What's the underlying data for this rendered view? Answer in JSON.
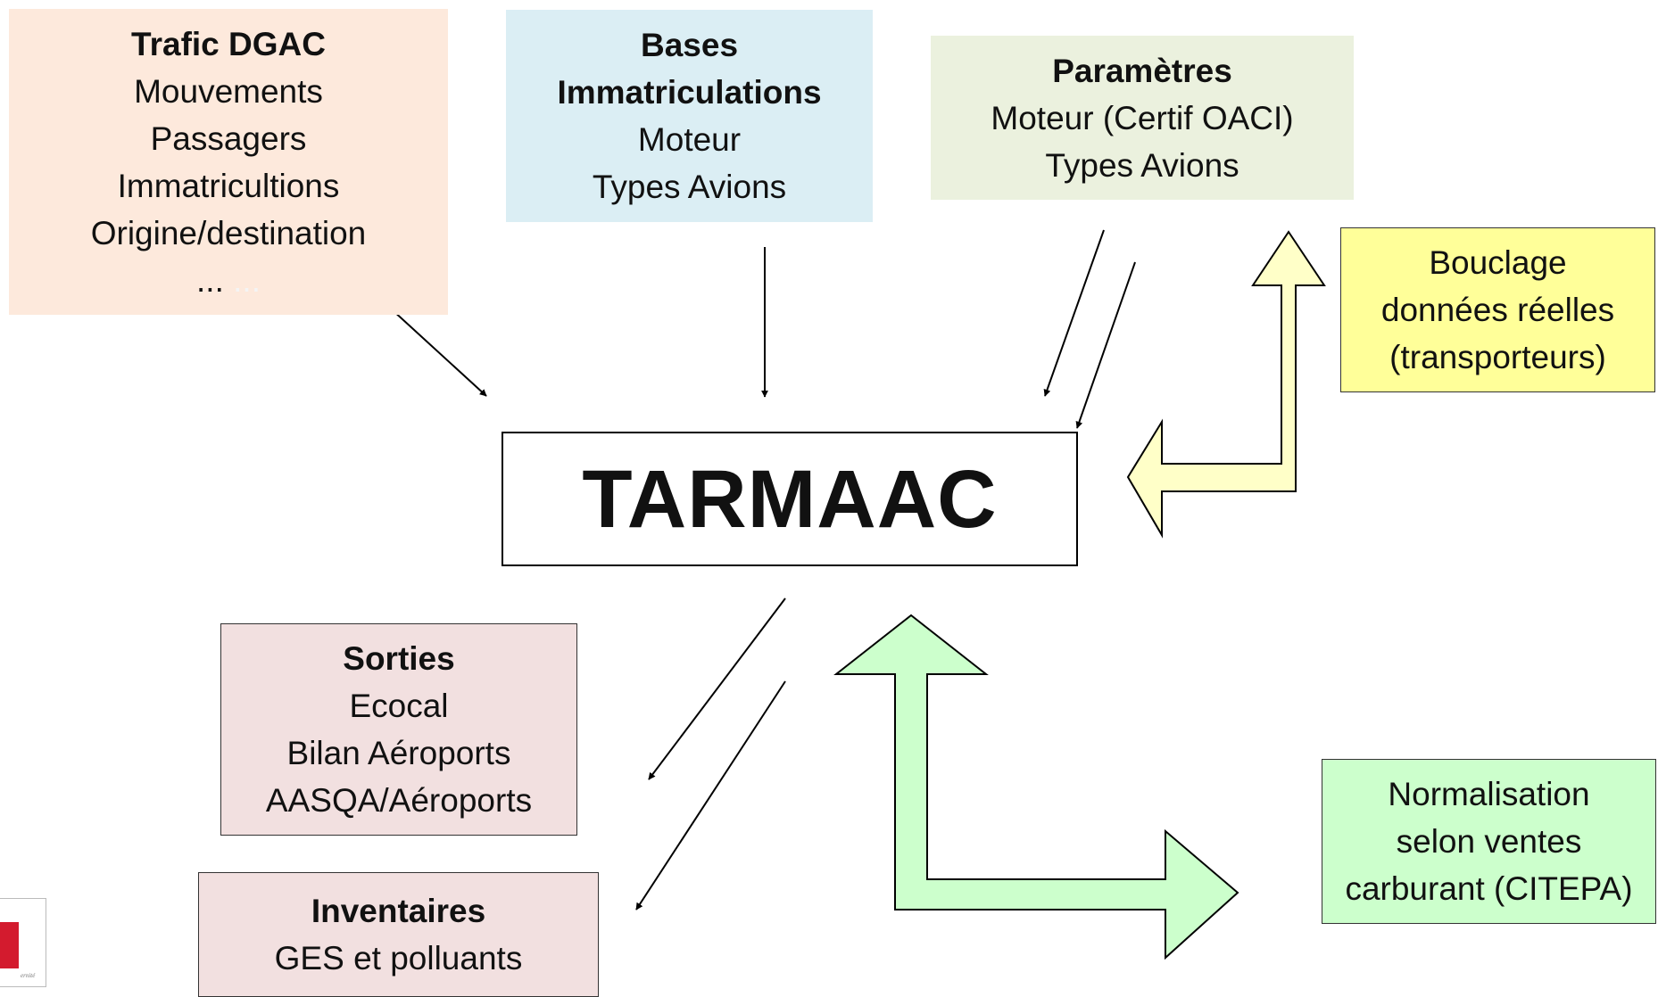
{
  "boxes": {
    "trafic": {
      "title": "Trafic DGAC",
      "lines": [
        "Mouvements",
        "Passagers",
        "Immatricultions",
        "Origine/destination"
      ],
      "ellipsis": "...",
      "ellipsis_faint": "...",
      "bg": "#fde9dc"
    },
    "bases": {
      "title_line1": "Bases",
      "title_line2": "Immatriculations",
      "lines": [
        "Moteur",
        "Types Avions"
      ],
      "bg": "#dbeef4"
    },
    "parametres": {
      "title": "Paramètres",
      "lines": [
        "Moteur (Certif OACI)",
        "Types Avions"
      ],
      "bg": "#ebf1de"
    },
    "tarmaac": {
      "title": "TARMAAC"
    },
    "bouclage": {
      "lines": [
        "Bouclage",
        "données réelles",
        "(transporteurs)"
      ],
      "bg": "#ffff99"
    },
    "sorties": {
      "title": "Sorties",
      "lines": [
        "Ecocal",
        "Bilan Aéroports",
        "AASQA/Aéroports"
      ],
      "bg": "#f2e0e0"
    },
    "inventaires": {
      "title": "Inventaires",
      "lines": [
        "GES et polluants"
      ],
      "bg": "#f2e0e0"
    },
    "normalisation": {
      "lines": [
        "Normalisation",
        "selon ventes",
        "carburant (CITEPA)"
      ],
      "bg": "#ccffcc"
    }
  },
  "logo": {
    "text": "ernité"
  }
}
